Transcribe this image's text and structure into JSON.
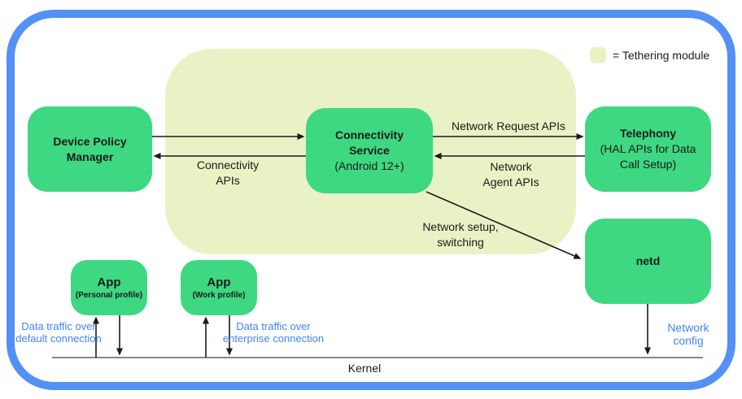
{
  "legend": {
    "label": "= Tethering module"
  },
  "boxes": {
    "device_policy_manager": {
      "title": "Device Policy\nManager"
    },
    "connectivity_service": {
      "title": "Connectivity\nService",
      "subtitle": "(Android 12+)"
    },
    "telephony": {
      "title": "Telephony",
      "subtitle": "(HAL APIs for Data\nCall Setup)"
    },
    "netd": {
      "title": "netd"
    },
    "app_personal": {
      "title": "App",
      "subtitle": "(Personal profile)"
    },
    "app_work": {
      "title": "App",
      "subtitle": "(Work profile)"
    }
  },
  "edge_labels": {
    "connectivity_apis": "Connectivity\nAPIs",
    "network_request_apis": "Network Request APIs",
    "network_agent_apis": "Network\nAgent APIs",
    "network_setup_switching": "Network setup,\nswitching"
  },
  "annotations": {
    "data_traffic_default": "Data traffic over\ndefault connection",
    "data_traffic_enterprise": "Data traffic over\nenterprise connection",
    "network_config": "Network\nconfig",
    "kernel": "Kernel"
  },
  "colors": {
    "module_green_box": "#3ed882",
    "tethering_region": "#e9f2c5",
    "frame_blue": "#5291f5",
    "annotation_blue": "#4285f4",
    "arrow_black": "#1a1a1a"
  }
}
